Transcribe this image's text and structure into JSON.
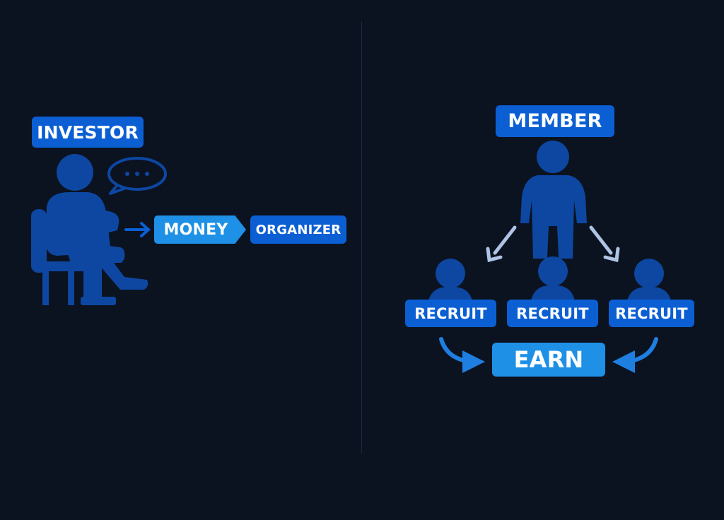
{
  "left_panel": {
    "investor_label": "INVESTOR",
    "speech_icon": "speech-bubble-icon",
    "money_label": "MONEY",
    "organizer_label": "ORGANIZER"
  },
  "right_panel": {
    "member_label": "MEMBER",
    "recruits": [
      "RECRUIT",
      "RECRUIT",
      "RECRUIT"
    ],
    "earn_label": "EARN"
  },
  "colors": {
    "background": "#0b1220",
    "label_blue": "#0b5fd3",
    "highlight_blue": "#1e90e6",
    "figure_blue": "#0d47a1",
    "arrow_light": "#aec4e4"
  }
}
